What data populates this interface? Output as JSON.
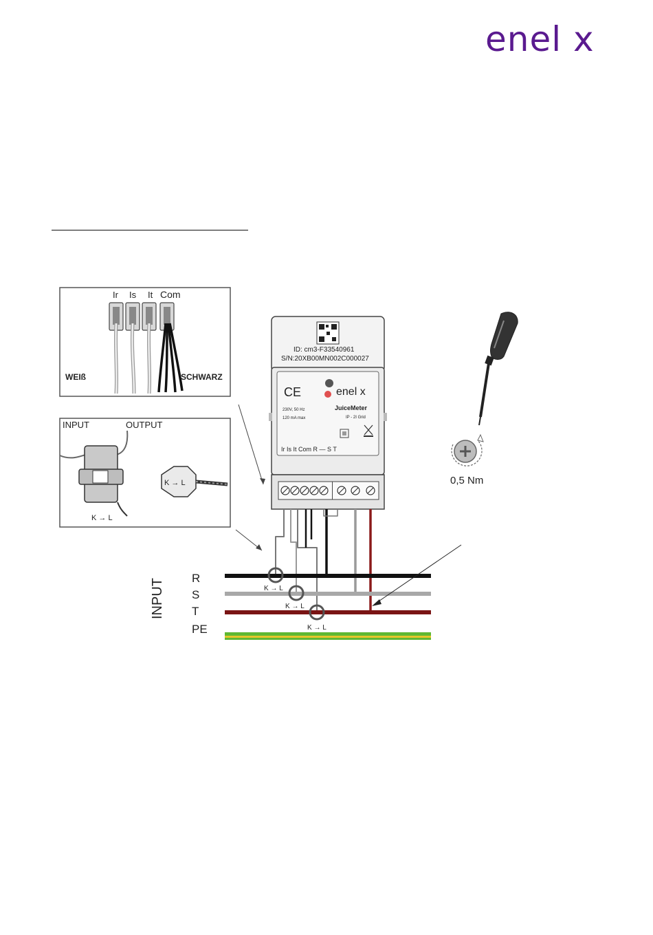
{
  "header": {
    "logo_text": "enel x"
  },
  "figure": {
    "inset_terminals": {
      "labels": [
        "Ir",
        "Is",
        "It",
        "Com"
      ],
      "left_label": "WEIß",
      "right_label": "SCHWARZ"
    },
    "inset_ct": {
      "input_label": "INPUT",
      "output_label": "OUTPUT",
      "direction_label": "K → L",
      "sensor_label": "K → L"
    },
    "meter": {
      "id_line": "ID: cm3-F33540961",
      "sn_line": "S/N:20XB00MN002C000027",
      "ce_mark": "CE",
      "brand": "enel x",
      "model": "JuiceMeter",
      "rating_1": "230V, 50 Hz",
      "rating_2": "120 mA max",
      "class_text": "IP - 2I Grid",
      "terminal_labels": "Ir  Is  It Com R   —   S    T"
    },
    "tool": {
      "torque": "0,5 Nm"
    },
    "bus": {
      "side_label": "INPUT",
      "lines": [
        "R",
        "S",
        "T",
        "PE"
      ],
      "ct_labels": [
        "K → L",
        "K → L",
        "K → L"
      ]
    }
  }
}
